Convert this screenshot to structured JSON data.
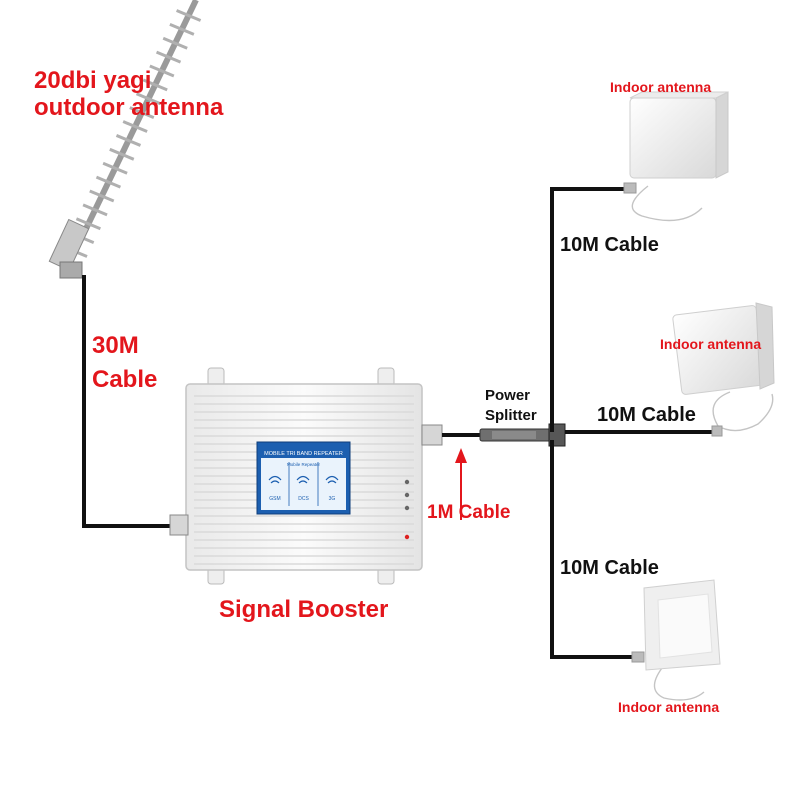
{
  "labels": {
    "outdoor_antenna": [
      "20dbi  yagi",
      "outdoor antenna"
    ],
    "cable_30m": [
      "30M",
      "Cable"
    ],
    "booster": "Signal Booster",
    "cable_1m": "1M Cable",
    "splitter": [
      "Power",
      "Splitter"
    ],
    "cable_10m": "10M Cable",
    "indoor_antenna": "Indoor antenna"
  },
  "booster_panel": {
    "title": "MOBILE TRI BAND REPEATER",
    "subtitle": "Mobile Repeater",
    "bands": [
      "GSM",
      "DCS",
      "3G"
    ]
  },
  "colors": {
    "label_red": "#e3161c",
    "cable": "#111111",
    "device": "#f4f4f4",
    "panel": "#1c5fb0"
  }
}
